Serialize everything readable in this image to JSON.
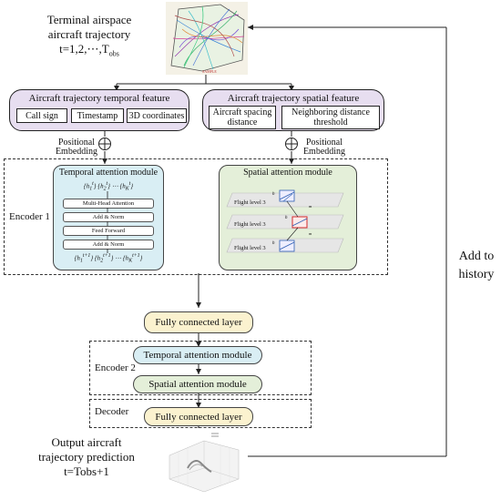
{
  "input": {
    "title_line1": "Terminal airspace",
    "title_line2": "aircraft trajectory",
    "title_line3": "t=1,2,⋯,T",
    "title_sub": "obs"
  },
  "temporal_feature": {
    "title": "Aircraft trajectory temporal feature",
    "items": [
      "Call sign",
      "Timestamp",
      "3D coordinates"
    ]
  },
  "spatial_feature": {
    "title": "Aircraft trajectory spatial feature",
    "items": [
      "Aircraft spacing distance",
      "Neighboring distance threshold"
    ]
  },
  "positional_embedding": {
    "label_line1": "Positional",
    "label_line2": "Embedding"
  },
  "encoder1": {
    "label": "Encoder 1",
    "temporal_module": {
      "title": "Temporal attention module",
      "layers": [
        "Multi-Head Attention",
        "Add & Norm",
        "Feed Forward",
        "Add & Norm"
      ]
    },
    "spatial_module": {
      "title": "Spatial attention module",
      "flight_levels": [
        "Flight level 3",
        "Flight level 3",
        "Flight level 3"
      ]
    }
  },
  "fc_layer_1": "Fully connected layer",
  "encoder2": {
    "label": "Encoder 2",
    "temporal_module": "Temporal attention module",
    "spatial_module": "Spatial attention module"
  },
  "decoder": {
    "label": "Decoder",
    "fc_layer": "Fully connected layer"
  },
  "output": {
    "line1": "Output aircraft",
    "line2": "trajectory prediction",
    "line3": "t=Tobs+1"
  },
  "feedback": {
    "line1": "Add to",
    "line2": "history"
  },
  "colors": {
    "pill_fill": "#e7def0",
    "temporal_module_fill": "#d9eef4",
    "spatial_module_fill": "#e4efd9",
    "fc_fill": "#fbf2cf",
    "highlight_red": "#d22b2b",
    "trajectory_blue": "#2f5fb3"
  }
}
